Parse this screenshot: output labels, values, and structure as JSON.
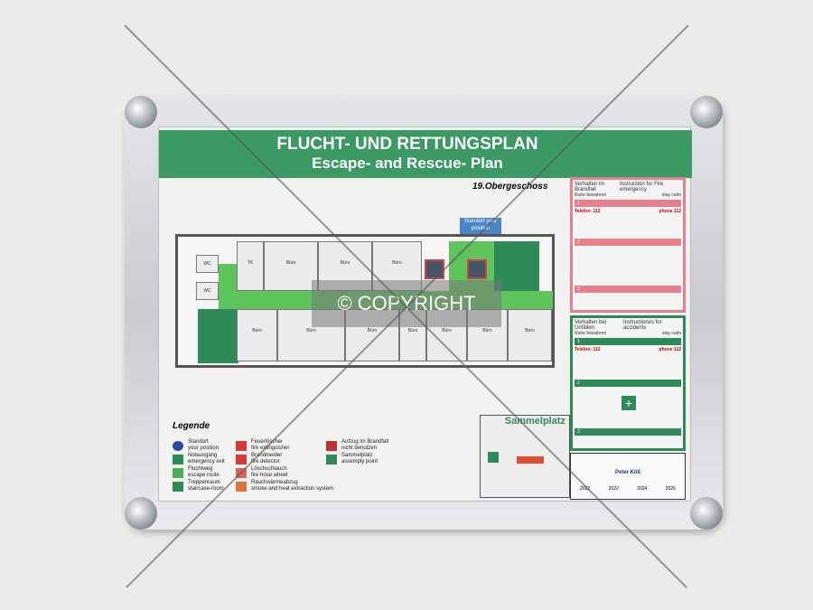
{
  "header": {
    "title_de": "FLUCHT- UND RETTUNGSPLAN",
    "title_en": "Escape- and Rescue- Plan",
    "floor": "19.Obergeschoss"
  },
  "plan": {
    "position_label": "Standort your position",
    "rooms": {
      "office": "Büro",
      "wc": "WC",
      "tk": "TK"
    }
  },
  "legend": {
    "title": "Legende",
    "items": [
      {
        "de": "Standort",
        "en": "your position",
        "color": "#2a4aa0"
      },
      {
        "de": "Notausgang",
        "en": "emergency exit",
        "color": "#2e8b57"
      },
      {
        "de": "Fluchtweg",
        "en": "escape route",
        "color": "#4caf50"
      },
      {
        "de": "Treppenraum",
        "en": "staircase-room",
        "color": "#2e8b57"
      },
      {
        "de": "Feuerlöscher",
        "en": "fire extinguisher",
        "color": "#d83a3a"
      },
      {
        "de": "Brandmelder",
        "en": "fire detector",
        "color": "#d83a3a"
      },
      {
        "de": "Löschschlauch",
        "en": "fire hose wheel",
        "color": "#e06060"
      },
      {
        "de": "Rauchwärmeabzug",
        "en": "smoke and heat extraction system",
        "color": "#e07040"
      },
      {
        "de": "Aufzug im Brandfall",
        "en": "nicht benutzen",
        "color": "#c03030"
      },
      {
        "de": "Sammelplatz",
        "en": "assemply point",
        "color": "#2e8b57"
      }
    ]
  },
  "fire_panel": {
    "de_title": "Verhalten im Brandfall",
    "de_sub": "Ruhe bewahren",
    "en_title": "Instruction for Fire emergency",
    "en_sub": "stay calm",
    "sections": [
      "1",
      "2",
      "3"
    ],
    "phone_de": "Telefon: 112",
    "phone_en": "phone 112"
  },
  "accident_panel": {
    "de_title": "Verhalten bei Unfällen",
    "de_sub": "Ruhe bewahren",
    "en_title": "Instructiones for accidents",
    "en_sub": "stay calm",
    "sections": [
      "1",
      "2",
      "3"
    ],
    "phone_de": "Telefon: 112",
    "phone_en": "phone 112"
  },
  "assembly": {
    "title": "Sammelplatz"
  },
  "footer": {
    "company": "Peter Kliß",
    "years": [
      "2022",
      "2022",
      "2024",
      "2026"
    ]
  },
  "watermark": {
    "text": "© COPYRIGHT"
  }
}
